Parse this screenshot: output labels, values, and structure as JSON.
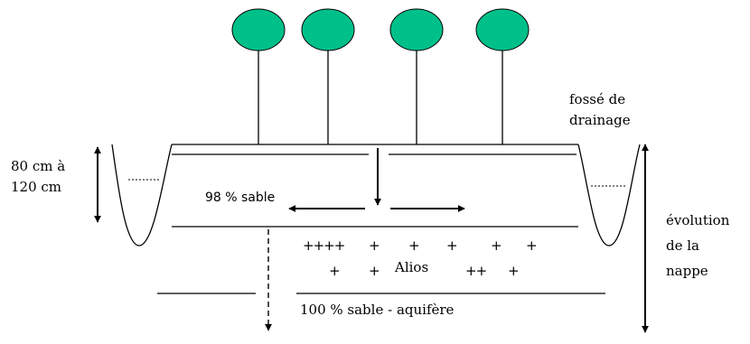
{
  "colors": {
    "tree_crown": "#00c08a",
    "line": "#000000",
    "background": "#ffffff"
  },
  "trees": [
    {
      "name": "tree-1"
    },
    {
      "name": "tree-2"
    },
    {
      "name": "tree-3"
    },
    {
      "name": "tree-4"
    }
  ],
  "labels": {
    "depth": [
      "80 cm à",
      "120 cm"
    ],
    "ditch": [
      "fossé de",
      "drainage"
    ],
    "water_table": [
      "évolution",
      "de la",
      "nappe"
    ],
    "sand_98": "98 % sable",
    "alios": "Alios",
    "sand_100": "100 % sable - aquifère"
  },
  "plus_marks": {
    "row1": [
      "++++",
      "+",
      "+",
      "+",
      "+",
      "+"
    ],
    "row2": [
      "+",
      "+",
      "++",
      "+"
    ]
  }
}
